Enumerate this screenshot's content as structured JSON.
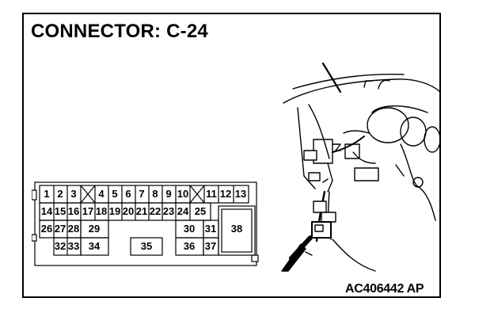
{
  "diagram": {
    "title": "CONNECTOR: C-24",
    "reference_code": "AC406442 AP",
    "connector": {
      "row1": [
        "1",
        "2",
        "3",
        "",
        "4",
        "5",
        "6",
        "7",
        "8",
        "9",
        "10",
        "",
        "11",
        "12",
        "13"
      ],
      "row2": [
        "14",
        "15",
        "16",
        "17",
        "18",
        "19",
        "20",
        "21",
        "22",
        "23",
        "24",
        "25"
      ],
      "row3": [
        "26",
        "27",
        "28",
        "29",
        "30",
        "31"
      ],
      "row4": [
        "32",
        "33",
        "34",
        "35",
        "36",
        "37"
      ],
      "large_terminal": "38"
    }
  }
}
